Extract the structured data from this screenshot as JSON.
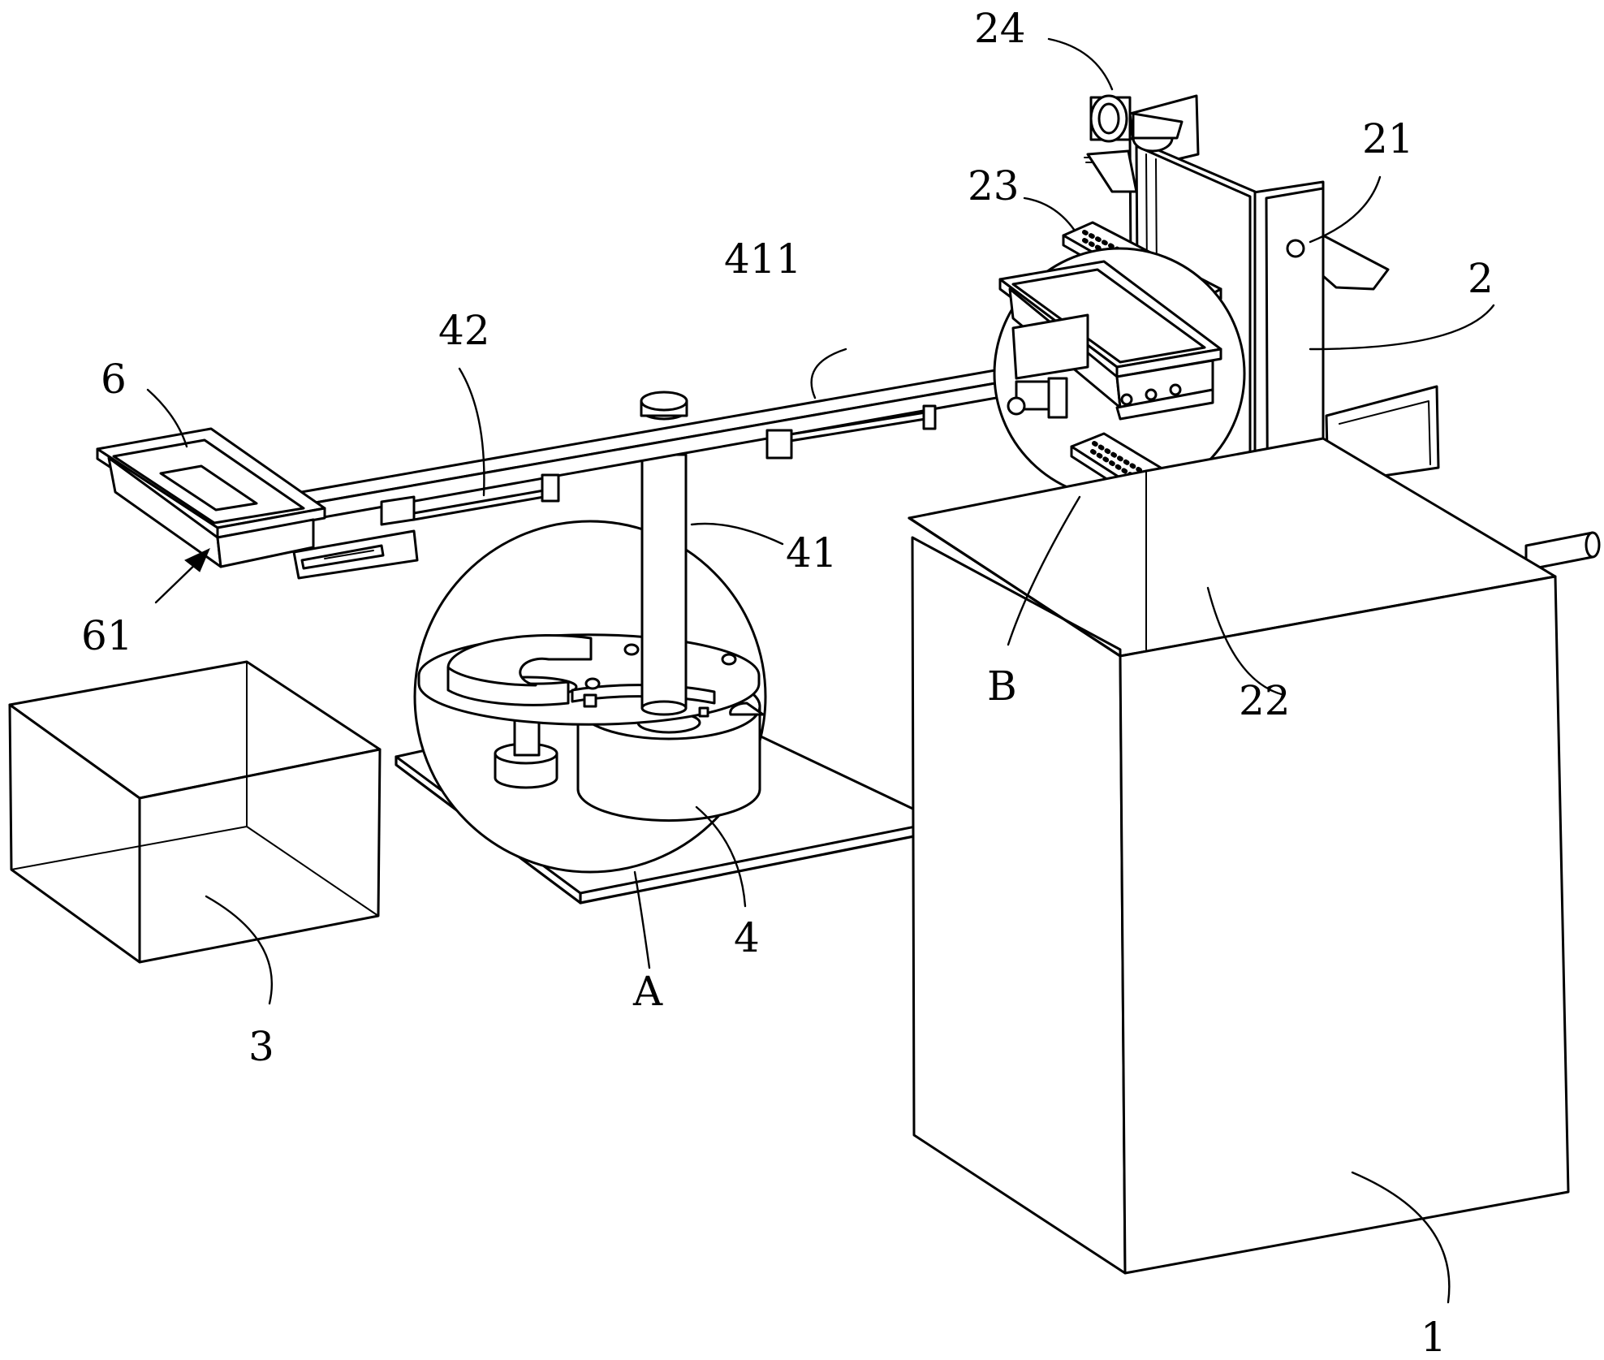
{
  "labels": {
    "l1": "1",
    "l2": "2",
    "l3": "3",
    "l4": "4",
    "l6": "6",
    "l21": "21",
    "l22": "22",
    "l23": "23",
    "l24": "24",
    "l41": "41",
    "l42": "42",
    "l61": "61",
    "l411": "411",
    "lA": "A",
    "lB": "B"
  }
}
